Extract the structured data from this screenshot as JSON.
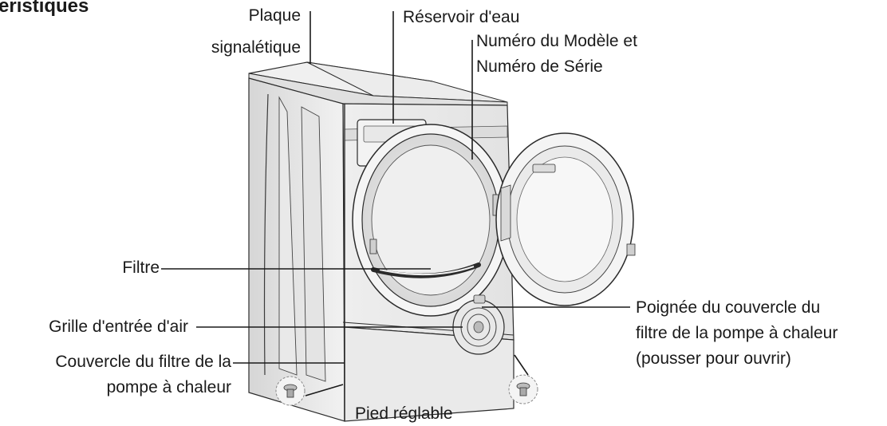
{
  "section_title": "eristiques",
  "labels": {
    "plaque_line1": "Plaque",
    "plaque_line2": "signalétique",
    "reservoir": "Réservoir d'eau",
    "modele_line1": "Numéro du Modèle et",
    "modele_line2": "Numéro de Série",
    "filtre": "Filtre",
    "grille": "Grille d'entrée d'air",
    "couvercle_line1": "Couvercle du filtre de la",
    "couvercle_line2": "pompe à chaleur",
    "poignee_line1": "Poignée du couvercle du",
    "poignee_line2": "filtre de la pompe à chaleur",
    "poignee_line3": "(pousser pour ouvrir)",
    "pied": "Pied réglable"
  },
  "colors": {
    "ink": "#1a1a1a",
    "outline": "#2b2b2b",
    "shade": "#e6e6e6",
    "shade_dark": "#c9c9c9"
  }
}
